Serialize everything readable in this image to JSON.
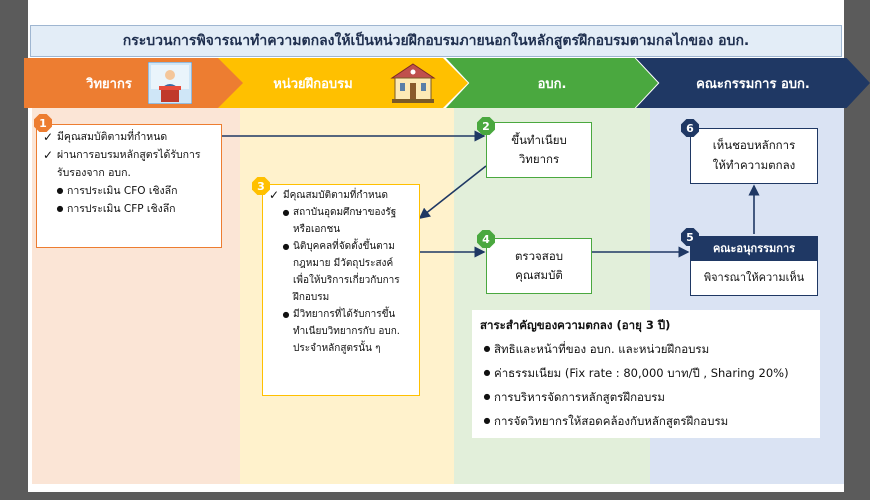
{
  "title": "กระบวนการพิจารณาทำความตกลงให้เป็นหน่วยฝึกอบรมภายนอกในหลักสูตรฝึกอบรมตามกลไกของ อบก.",
  "columns": [
    {
      "label": "วิทยากร",
      "color": "#ed7d31"
    },
    {
      "label": "หน่วยฝึกอบรม",
      "color": "#ffc000"
    },
    {
      "label": "อบก.",
      "color": "#4aa83f"
    },
    {
      "label": "คณะกรรมการ อบก.",
      "color": "#1f3864"
    }
  ],
  "step1": {
    "num": "1",
    "check1": "มีคุณสมบัติตามที่กำหนด",
    "check2a": "ผ่านการอบรมหลักสูตรได้รับการ",
    "check2b": "รับรองจาก อบก.",
    "bullet1": "การประเมิน CFO เชิงลึก",
    "bullet2": "การประเมิน CFP เชิงลึก"
  },
  "step2": {
    "num": "2",
    "line1": "ขึ้นทำเนียบ",
    "line2": "วิทยากร"
  },
  "step3": {
    "num": "3",
    "check": "มีคุณสมบัติตามที่กำหนด",
    "b1a": "สถาบันอุดมศึกษาของรัฐ",
    "b1b": "หรือเอกชน",
    "b2a": "นิติบุคคลที่จัดตั้งขึ้นตาม",
    "b2b": "กฎหมาย มีวัตถุประสงค์",
    "b2c": "เพื่อให้บริการเกี่ยวกับการ",
    "b2d": "ฝึกอบรม",
    "b3a": "มีวิทยากรที่ได้รับการขึ้น",
    "b3b": "ทำเนียบวิทยากรกับ อบก.",
    "b3c": "ประจำหลักสูตรนั้น ๆ"
  },
  "step4": {
    "num": "4",
    "line1": "ตรวจสอบ",
    "line2": "คุณสมบัติ"
  },
  "step5": {
    "num": "5",
    "header": "คณะอนุกรรมการ",
    "body": "พิจารณาให้ความเห็น"
  },
  "step6": {
    "num": "6",
    "line1": "เห็นชอบหลักการ",
    "line2": "ให้ทำความตกลง"
  },
  "essence": {
    "title": "สาระสำคัญของความตกลง (อายุ 3 ปี)",
    "items": [
      "สิทธิและหน้าที่ของ อบก. และหน่วยฝึกอบรม",
      "ค่าธรรมเนียม (Fix rate : 80,000 บาท/ปี , Sharing 20%)",
      "การบริหารจัดการหลักสูตรฝึกอบรม",
      "การจัดวิทยากรให้สอดคล้องกับหลักสูตรฝึกอบรม"
    ]
  },
  "icons": [
    "speaker-podium-icon",
    "training-building-icon"
  ]
}
